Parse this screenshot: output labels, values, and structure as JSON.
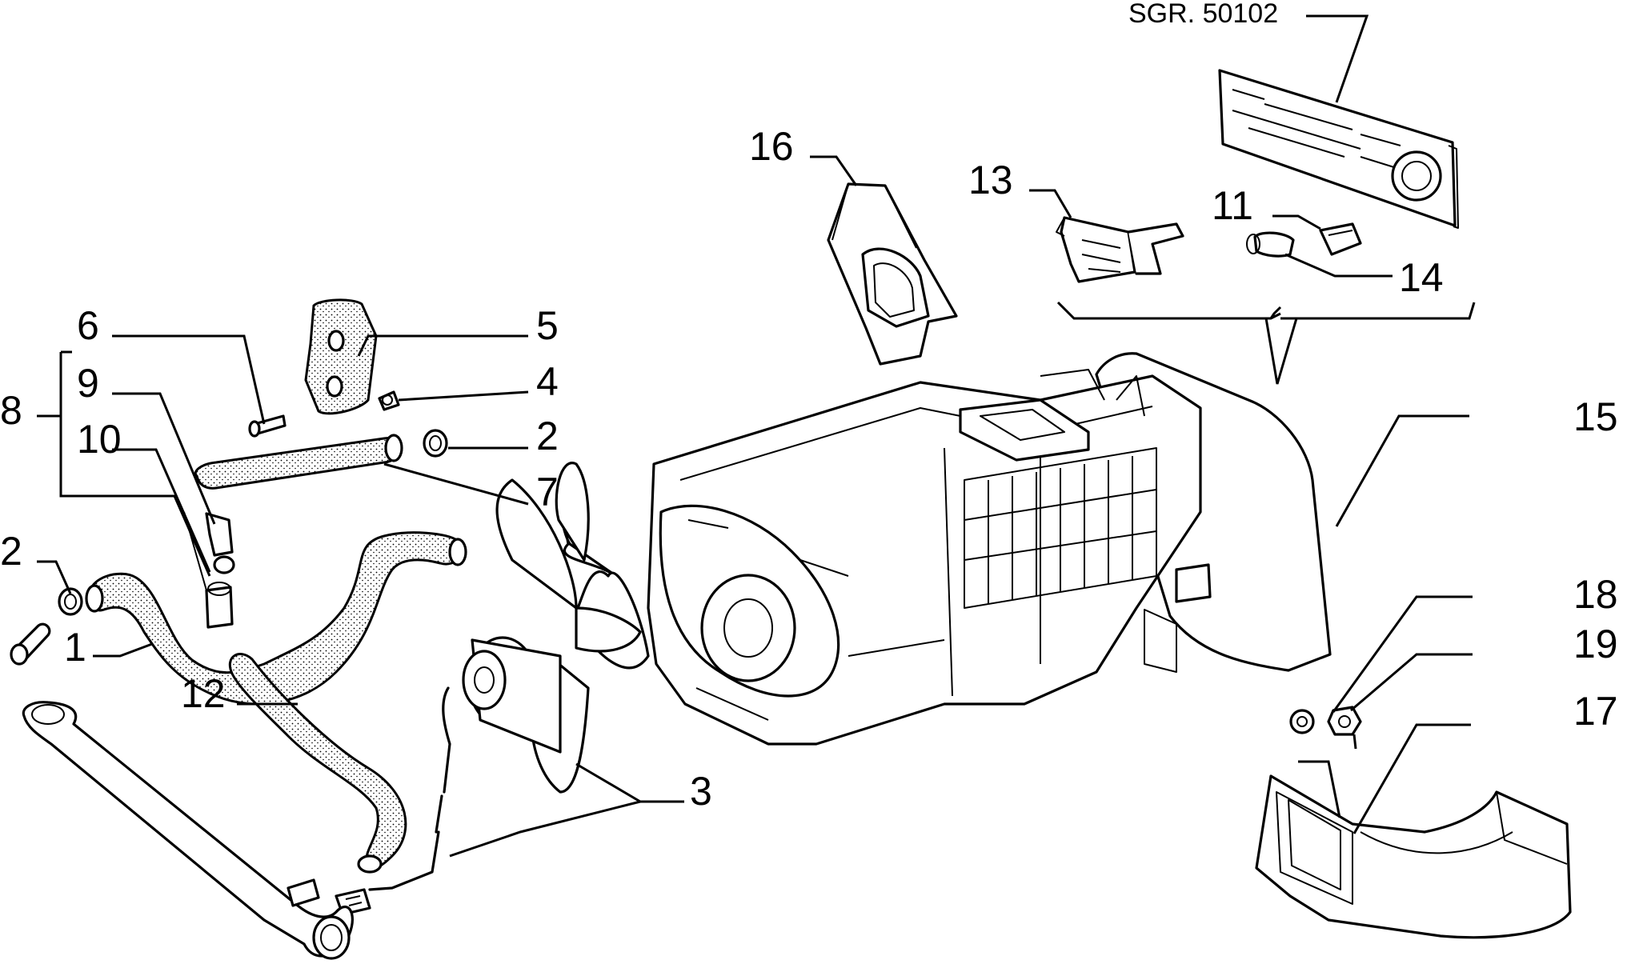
{
  "diagram": {
    "reference": "SGR. 50102",
    "callouts": {
      "c1": "1",
      "c2a": "2",
      "c2b": "2",
      "c3": "3",
      "c4": "4",
      "c5": "5",
      "c6": "6",
      "c7": "7",
      "c8": "8",
      "c9": "9",
      "c10": "10",
      "c11": "11",
      "c12": "12",
      "c13": "13",
      "c14": "14",
      "c15": "15",
      "c16": "16",
      "c17": "17",
      "c18": "18",
      "c19": "19"
    }
  }
}
